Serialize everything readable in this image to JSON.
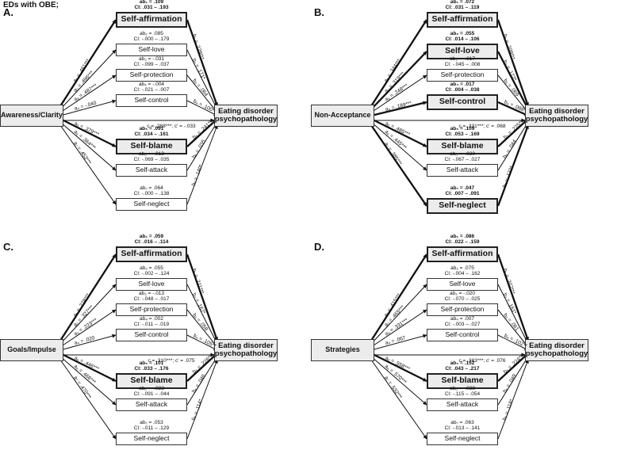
{
  "header": "EDs with OBE;",
  "outcome_label": "Eating disorder psychopathology",
  "mediator_names": [
    "Self-affirmation",
    "Self-love",
    "Self-protection",
    "Self-control",
    "Self-blame",
    "Self-attack",
    "Self-neglect"
  ],
  "panels": [
    {
      "letter": "A.",
      "predictor": "Awareness/Clarity",
      "total": "c = .268***; c' = -.033",
      "mediators": [
        {
          "ab": "ab₁ = .109",
          "ci": "CI: .031 – .193",
          "a": "a₁ = .461***",
          "b": "b₁ = .229***",
          "sig": true
        },
        {
          "ab": "ab₂ = .085",
          "ci": "CI: -.000 – .179",
          "a": "a₂ = .496***",
          "b": "b₂ = .171*",
          "sig": false
        },
        {
          "ab": "ab₃ = -.031",
          "ci": "CI: -.099 – .037",
          "a": "a₃ = .487***",
          "b": "b₃ = .064",
          "sig": false
        },
        {
          "ab": "ab₄ = -.004",
          "ci": "CI: -.021 – .007",
          "a": "a₄ = -.040",
          "b": "b₄ = .100*",
          "sig": false
        },
        {
          "ab": "ab₅ = .091",
          "ci": "CI: .034 – .161",
          "a": "a₅ = .379***",
          "b": "b₅ = .241***",
          "sig": true
        },
        {
          "ab": "ab₆ = -.013",
          "ci": "CI: -.069 – .035",
          "a": "a₆ = .364***",
          "b": "b₆ = .035",
          "sig": false
        },
        {
          "ab": "ab₇ = .064",
          "ci": "CI: -.000 – .138",
          "a": "a₇ = .453***",
          "b": "b₇ = .140*",
          "sig": false
        }
      ]
    },
    {
      "letter": "B.",
      "predictor": "Non-Acceptance",
      "total": "c = .331***; c' = .068",
      "mediators": [
        {
          "ab": "ab₁ = .072",
          "ci": "CI: .031 – .119",
          "a": "a₁ = .344***",
          "b": "b₁ = .209***",
          "sig": true
        },
        {
          "ab": "ab₂ = .055",
          "ci": "CI: .014 – .106",
          "a": "a₂ = .319***",
          "b": "b₂ = .172*",
          "sig": true
        },
        {
          "ab": "ab₃ = -.017",
          "ci": "CI: -.045 – .008",
          "a": "a₃ = .248***",
          "b": "b₃ = .069",
          "sig": false
        },
        {
          "ab": "ab₄ = .017",
          "ci": "CI: .004 – .038",
          "a": "a₄ = .189***",
          "b": "b₄ = .088*",
          "sig": true
        },
        {
          "ab": "ab₅ = .109",
          "ci": "CI: .053 – .169",
          "a": "a₅ = .485***",
          "b": "b₅ = .225***",
          "sig": true
        },
        {
          "ab": "ab₆ = -.020",
          "ci": "CI: -.067 – .027",
          "a": "a₆ = .445***",
          "b": "b₆ = .044",
          "sig": false
        },
        {
          "ab": "ab₇ = .047",
          "ci": "CI: .007 – .091",
          "a": "a₇ = .385***",
          "b": "b₇ = .122*",
          "sig": true
        }
      ]
    },
    {
      "letter": "C.",
      "predictor": "Goals/Impulse",
      "total": "c = .310***; c' = .075",
      "mediators": [
        {
          "ab": "ab₁ = .059",
          "ci": "CI: .016 – .114",
          "a": "a₁ = .278***",
          "b": "b₁ = .211***",
          "sig": true
        },
        {
          "ab": "ab₂ = .055",
          "ci": "CI: -.002 – .124",
          "a": "a₂ = .327***",
          "b": "b₂ = .167*",
          "sig": false
        },
        {
          "ab": "ab₃ = -.013",
          "ci": "CI: -.048 – .017",
          "a": "a₃ = .223***",
          "b": "b₃ = .058",
          "sig": false
        },
        {
          "ab": "ab₄ = .002",
          "ci": "CI: -.011 – .019",
          "a": "a₄ = .020",
          "b": "b₄ = .105**",
          "sig": false
        },
        {
          "ab": "ab₅ = .101",
          "ci": "CI: .033 – .176",
          "a": "a₅ = .446***",
          "b": "b₅ = .226***",
          "sig": true
        },
        {
          "ab": "ab₆ = -.022",
          "ci": "CI: -.091 – .044",
          "a": "a₆ = .466***",
          "b": "b₆ = .046",
          "sig": false
        },
        {
          "ab": "ab₇ = .053",
          "ci": "CI: -.011 – .129",
          "a": "a₇ = .470***",
          "b": "b₇ = .114*",
          "sig": false
        }
      ]
    },
    {
      "letter": "D.",
      "predictor": "Strategies",
      "total": "c = .383***; c' = .076",
      "mediators": [
        {
          "ab": "ab₁ = .086",
          "ci": "CI: .022 – .159",
          "a": "a₁ = .415***",
          "b": "b₁ = .207***",
          "sig": true
        },
        {
          "ab": "ab₂ = .075",
          "ci": "CI: -.004 – .162",
          "a": "a₂ = .465***",
          "b": "b₂ = .161*",
          "sig": false
        },
        {
          "ab": "ab₃ = -.020",
          "ci": "CI: -.070 – .025",
          "a": "a₃ = .331***",
          "b": "b₃ = .061",
          "sig": false
        },
        {
          "ab": "ab₄ = .007",
          "ci": "CI: -.003 – .027",
          "a": "a₄ = .067",
          "b": "b₄ = .102**",
          "sig": false
        },
        {
          "ab": "ab₅ = .152",
          "ci": "CI: .043 – .217",
          "a": "a₅ = .558***",
          "b": "b₅ = .224***",
          "sig": true
        },
        {
          "ab": "ab₆ = -.028",
          "ci": "CI: -.115 – .054",
          "a": "a₆ = .570***",
          "b": "b₆ = .049",
          "sig": false
        },
        {
          "ab": "ab₇ = .063",
          "ci": "CI: -.013 – .141",
          "a": "a₇ = .532***",
          "b": "b₇ = .118*",
          "sig": false
        }
      ]
    }
  ]
}
